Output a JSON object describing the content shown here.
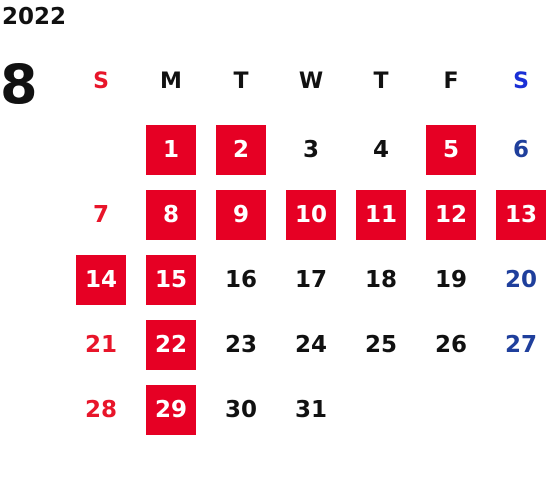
{
  "calendar": {
    "year": "2022",
    "month": "8",
    "weekdays": [
      "S",
      "M",
      "T",
      "W",
      "T",
      "F",
      "S"
    ],
    "weekday_colors": [
      "#e8152a",
      "#111111",
      "#111111",
      "#111111",
      "#111111",
      "#111111",
      "#1a2fd6"
    ],
    "start_column": 1,
    "days_in_month": 31,
    "highlighted_days": [
      1,
      2,
      5,
      8,
      9,
      10,
      11,
      12,
      13,
      14,
      15,
      22,
      29
    ],
    "colors": {
      "highlight_bg": "#e60024",
      "highlight_text": "#ffffff",
      "sunday": "#e8152a",
      "saturday": "#1f3f9c",
      "weekday": "#111111"
    }
  }
}
